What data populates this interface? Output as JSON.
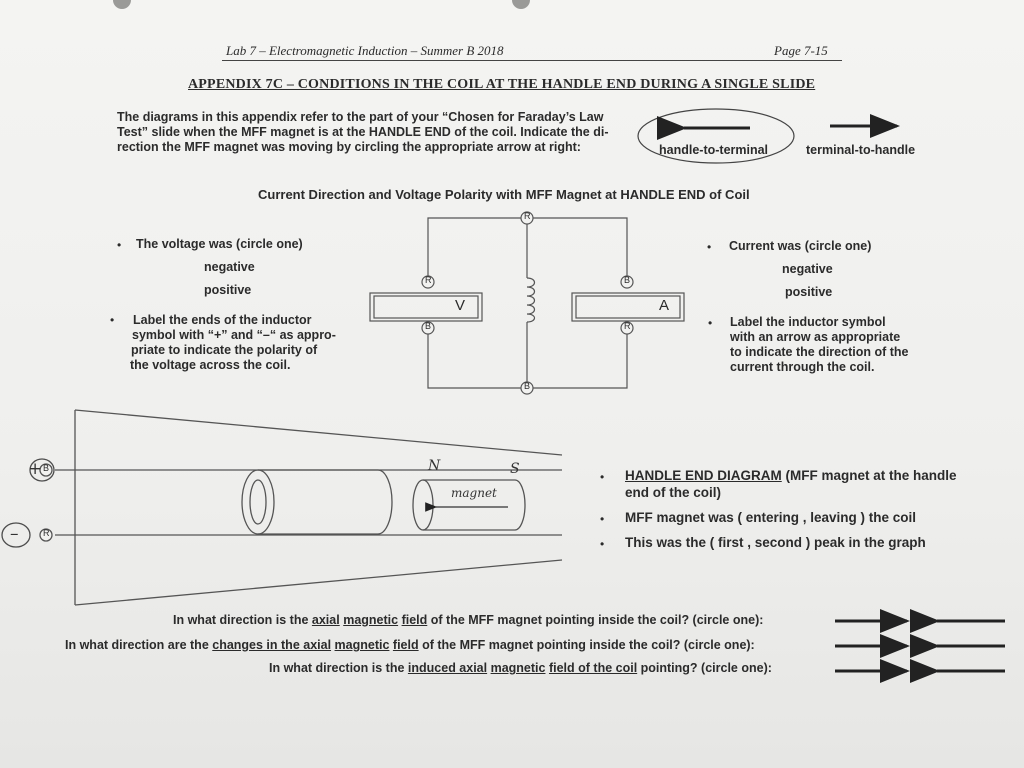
{
  "header": {
    "left": "Lab 7 – Electromagnetic Induction – Summer B 2018",
    "right": "Page 7-15"
  },
  "title": "APPENDIX 7C – CONDITIONS IN THE COIL AT THE HANDLE END DURING A SINGLE SLIDE",
  "intro": {
    "line1": "The diagrams in this appendix refer to the part of your “Chosen for Faraday’s Law",
    "line2": "Test” slide when the MFF magnet is at the HANDLE END of the coil.  Indicate the di-",
    "line3": "rection the MFF magnet was moving by circling the appropriate arrow at right:",
    "option_left": "handle-to-terminal",
    "option_right": "terminal-to-handle"
  },
  "subtitle": "Current Direction and Voltage Polarity with MFF Magnet at HANDLE END of Coil",
  "left_list": {
    "voltage_q": "The voltage was (circle one)",
    "voltage_opt1": "negative",
    "voltage_opt2": "positive",
    "label_q1": "Label  the  ends  of  the  inductor",
    "label_q2": "symbol with “+” and “–“ as appro-",
    "label_q3": "priate  to  indicate  the  polarity  of",
    "label_q4": "the voltage across the coil."
  },
  "right_list": {
    "current_q": "Current was (circle one)",
    "current_opt1": "negative",
    "current_opt2": "positive",
    "label_q1": "Label  the  inductor  symbol",
    "label_q2": "with an arrow as appropriate",
    "label_q3": "to indicate the direction of the",
    "label_q4": "current through the coil."
  },
  "circuit": {
    "node_r": "R",
    "node_b": "B",
    "meter_v": "V",
    "meter_a": "A"
  },
  "handle_diagram": {
    "title_underlined": "HANDLE END DIAGRAM",
    "title_rest": " (MFF magnet at the handle",
    "title_line2": "end of the coil)",
    "entering_q": "MFF magnet was ( entering , leaving ) the coil",
    "peak_q": "This was the ( first , second ) peak in the graph",
    "magnet_note": "magnet",
    "pole_n": "N",
    "pole_s": "S",
    "sign_plus": "+",
    "sign_minus": "–",
    "terminal_b": "B",
    "terminal_r": "R"
  },
  "questions": [
    {
      "pre": "In what direction is the ",
      "u1": "axial",
      "mid1": " ",
      "u2": "magnetic",
      "mid2": " ",
      "u3": "field",
      "post": " of the MFF magnet pointing inside the coil? (circle one):"
    },
    {
      "pre": "In what direction are the ",
      "u1": "changes in the axial",
      "mid1": " ",
      "u2": "magnetic",
      "mid2": " ",
      "u3": "field",
      "post": " of the MFF magnet pointing inside the coil? (circle one):"
    },
    {
      "pre": "In what direction is the ",
      "u1": "induced axial",
      "mid1": " ",
      "u2": "magnetic",
      "mid2": " ",
      "u3": "field of the coil",
      "post": " pointing? (circle one):"
    }
  ],
  "colors": {
    "ink": "#2b2b2b",
    "paper": "#f2f2f0"
  }
}
